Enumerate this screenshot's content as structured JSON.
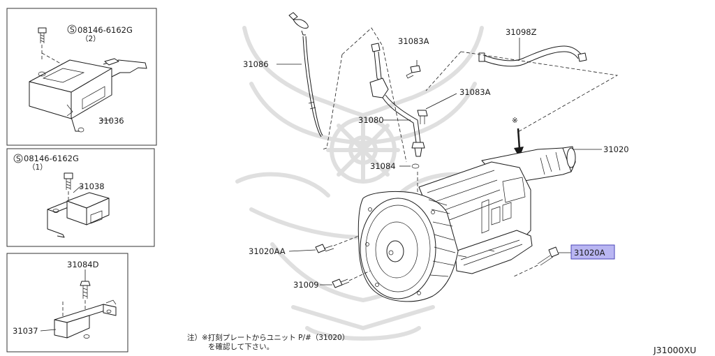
{
  "diagram": {
    "drawing_code": "J31000XU",
    "note_line1": "注）※打刻プレートからユニット P/#（31020）",
    "note_line2": "を確認して下さい。",
    "asterisk_mark": "※",
    "highlight_color": "#b9b6f2",
    "inset_1": {
      "screw_code": "08146-6162G",
      "screw_qty": "（2）",
      "part": "31036"
    },
    "inset_2": {
      "screw_code": "08146-6162G",
      "screw_qty": "（1）",
      "part": "31038"
    },
    "inset_3": {
      "bolt": "31084D",
      "part": "31037"
    },
    "callouts": {
      "c31086": "31086",
      "c31083A_top": "31083A",
      "c31098Z": "31098Z",
      "c31083A_mid": "31083A",
      "c31080": "31080",
      "c31020": "31020",
      "c31084": "31084",
      "c31020AA": "31020AA",
      "c31020A": "31020A",
      "c31009": "31009"
    }
  }
}
